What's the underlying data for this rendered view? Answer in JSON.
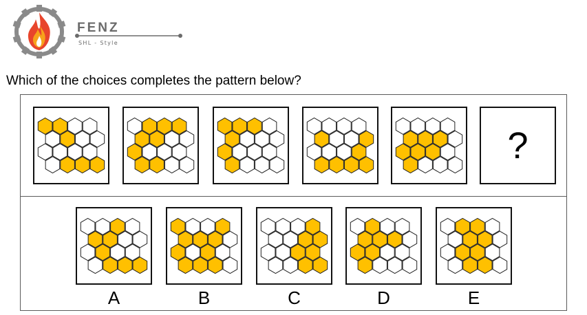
{
  "brand": {
    "name": "FENZ",
    "subtitle": "SHL - Style"
  },
  "question": {
    "text": "Which of the choices completes the pattern below?"
  },
  "colors": {
    "filled": "#FFC000",
    "empty": "#FFFFFF",
    "outline": "#222222",
    "logo_flame_outer": "#E8452C",
    "logo_flame_inner": "#F7A21B",
    "logo_gear": "#8A8A8A"
  },
  "grid": {
    "rows": 4,
    "cols": 4,
    "note_cells": "rows top-to-bottom; 1 = yellow hexagon, 0 = white hexagon"
  },
  "sequence": [
    {
      "cells": [
        [
          1,
          1,
          0,
          0
        ],
        [
          0,
          1,
          0,
          0
        ],
        [
          0,
          0,
          0,
          0
        ],
        [
          0,
          1,
          1,
          1
        ]
      ]
    },
    {
      "cells": [
        [
          0,
          1,
          1,
          1
        ],
        [
          1,
          1,
          0,
          0
        ],
        [
          1,
          0,
          0,
          0
        ],
        [
          1,
          1,
          0,
          0
        ]
      ]
    },
    {
      "cells": [
        [
          1,
          1,
          1,
          0
        ],
        [
          1,
          0,
          0,
          0
        ],
        [
          1,
          0,
          0,
          0
        ],
        [
          1,
          0,
          0,
          0
        ]
      ]
    },
    {
      "cells": [
        [
          0,
          0,
          0,
          0
        ],
        [
          1,
          0,
          0,
          1
        ],
        [
          0,
          0,
          0,
          1
        ],
        [
          1,
          1,
          1,
          1
        ]
      ]
    },
    {
      "cells": [
        [
          0,
          0,
          0,
          0
        ],
        [
          1,
          1,
          1,
          0
        ],
        [
          1,
          1,
          1,
          0
        ],
        [
          1,
          0,
          0,
          0
        ]
      ]
    },
    {
      "unknown": true,
      "symbol": "?"
    }
  ],
  "options": [
    {
      "label": "A",
      "cells": [
        [
          0,
          0,
          1,
          0
        ],
        [
          1,
          1,
          0,
          0
        ],
        [
          0,
          1,
          0,
          0
        ],
        [
          0,
          1,
          1,
          1
        ]
      ]
    },
    {
      "label": "B",
      "cells": [
        [
          1,
          0,
          0,
          1
        ],
        [
          1,
          1,
          1,
          0
        ],
        [
          1,
          0,
          1,
          0
        ],
        [
          1,
          1,
          1,
          0
        ]
      ]
    },
    {
      "label": "C",
      "cells": [
        [
          0,
          0,
          0,
          1
        ],
        [
          0,
          0,
          1,
          1
        ],
        [
          0,
          0,
          1,
          1
        ],
        [
          0,
          0,
          1,
          1
        ]
      ]
    },
    {
      "label": "D",
      "cells": [
        [
          0,
          1,
          0,
          0
        ],
        [
          1,
          1,
          1,
          0
        ],
        [
          1,
          1,
          0,
          0
        ],
        [
          1,
          0,
          0,
          0
        ]
      ]
    },
    {
      "label": "E",
      "cells": [
        [
          0,
          1,
          1,
          0
        ],
        [
          0,
          1,
          1,
          0
        ],
        [
          0,
          1,
          1,
          0
        ],
        [
          0,
          1,
          1,
          0
        ]
      ]
    }
  ]
}
